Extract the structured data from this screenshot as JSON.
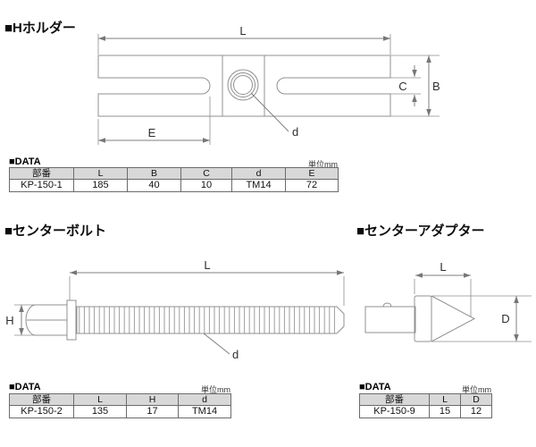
{
  "colors": {
    "background": "#ffffff",
    "drawing_line": "#909090",
    "dimension_text": "#2f2f2f",
    "table_border": "#6b6b6b",
    "table_header_bg": "#d8d8d8",
    "text": "#111111"
  },
  "sections": {
    "h_holder": {
      "title": "■Hホルダー",
      "dims": {
        "L": "L",
        "B": "B",
        "C": "C",
        "E": "E",
        "d": "d"
      },
      "table": {
        "label": "■DATA",
        "unit": "単位mm",
        "headers": [
          "部番",
          "L",
          "B",
          "C",
          "d",
          "E"
        ],
        "rows": [
          [
            "KP-150-1",
            "185",
            "40",
            "10",
            "TM14",
            "72"
          ]
        ]
      }
    },
    "center_bolt": {
      "title": "■センターボルト",
      "dims": {
        "L": "L",
        "H": "H",
        "d": "d"
      },
      "table": {
        "label": "■DATA",
        "unit": "単位mm",
        "headers": [
          "部番",
          "L",
          "H",
          "d"
        ],
        "rows": [
          [
            "KP-150-2",
            "135",
            "17",
            "TM14"
          ]
        ]
      }
    },
    "center_adapter": {
      "title": "■センターアダプター",
      "dims": {
        "L": "L",
        "D": "D"
      },
      "table": {
        "label": "■DATA",
        "unit": "単位mm",
        "headers": [
          "部番",
          "L",
          "D"
        ],
        "rows": [
          [
            "KP-150-9",
            "15",
            "12"
          ]
        ]
      }
    }
  }
}
